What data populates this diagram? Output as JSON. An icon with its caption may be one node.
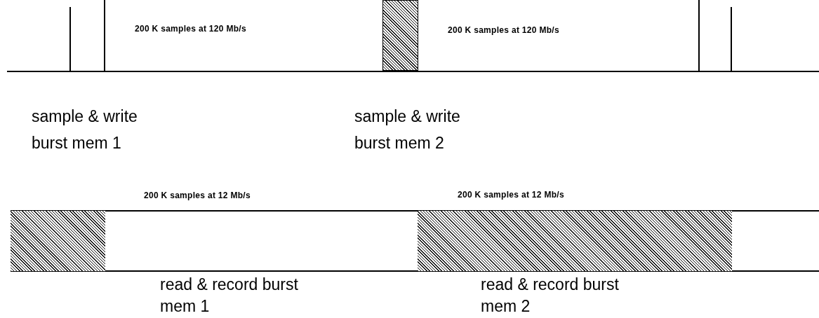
{
  "diagram": {
    "nodes": [
      {
        "text": [
          "200 K samples at 120 Mb/s"
        ]
      },
      {
        "text": [],
        "shape": "bar"
      },
      {
        "text": [
          "200 K samples at 120 Mb/s"
        ]
      },
      {
        "text": [],
        "shape": "bar"
      },
      {
        "text": [
          "200 K samples at 12 Mb/s"
        ]
      },
      {
        "text": [
          "200 K samples at 12 Mb/s"
        ]
      },
      {
        "text": [],
        "shape": "box"
      }
    ],
    "edges": [],
    "labels": [
      "sample & write burst mem 1",
      "sample & write burst mem 2",
      "read & record burst mem 1",
      "read & record burst mem 2"
    ]
  }
}
